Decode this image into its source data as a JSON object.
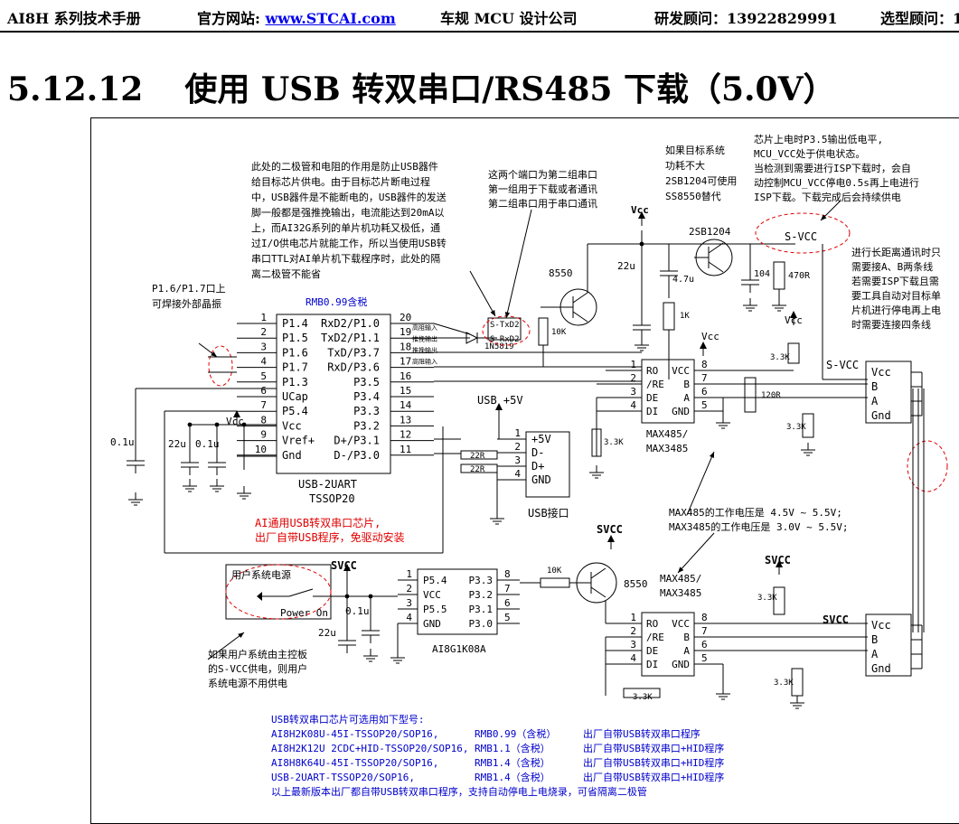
{
  "header": {
    "manual": "AI8H 系列技术手册",
    "site_label": "官方网站: ",
    "site_link": "www.STCAI.com",
    "company": "车规 MCU 设计公司",
    "rd_consultant": "研发顾问：13922829991",
    "selection_consultant": "选型顾问：1"
  },
  "section": {
    "number": "5.12.12",
    "title": "使用 USB 转双串口/RS485 下载（5.0V）"
  },
  "notes": {
    "diode_note": [
      "此处的二极管和电阻的作用是防止USB器件",
      "给目标芯片供电。由于目标芯片断电过程",
      "中，USB器件是不能断电的，USB器件的发送",
      "脚一般都是强推挽输出，电流能达到20mA以",
      "上，而AI32G系列的单片机功耗又极低，通",
      "过I/O供电芯片就能工作，所以当使用USB转",
      "串口TTL对AI单片机下载程序时，此处的隔",
      "离二极管不能省"
    ],
    "port_note": [
      "这两个端口为第二组串口",
      "第一组用于下载或者通讯",
      "第二组串口用于串口通讯"
    ],
    "transistor_note": [
      "如果目标系统",
      "功耗不大",
      "2SB1204可使用",
      "SS8550替代"
    ],
    "power_note": [
      "芯片上电时P3.5输出低电平,",
      "MCU_VCC处于供电状态。",
      "当检测到需要进行ISP下载时，会自",
      "动控制MCU_VCC停电0.5s再上电进行",
      "ISP下载。下载完成后会持续供电"
    ],
    "crystal_note": [
      "P1.6/P1.7口上",
      "可焊接外部晶振"
    ],
    "long_note": [
      "进行长距离通讯时只",
      "需要接A、B两条线",
      "若需要ISP下载且需",
      "要工具自动对目标单",
      "片机进行停电再上电",
      "时需要连接四条线"
    ],
    "max_note": [
      "MAX485的工作电压是 4.5V ~ 5.5V;",
      "MAX3485的工作电压是 3.0V ~ 5.5V;"
    ],
    "user_power_note": [
      "如果用户系统由主控板",
      "的S-VCC供电，则用户",
      "系统电源不用供电"
    ],
    "ai_chip_note": [
      "AI通用USB转双串口芯片,",
      "出厂自带USB程序，免驱动安装"
    ]
  },
  "chip_u1": {
    "price": "RMB0.99含税",
    "name": "USB-2UART",
    "package": "TSSOP20",
    "left_pins": [
      {
        "num": "1",
        "name": "P1.4"
      },
      {
        "num": "2",
        "name": "P1.5"
      },
      {
        "num": "3",
        "name": "P1.6"
      },
      {
        "num": "4",
        "name": "P1.7"
      },
      {
        "num": "5",
        "name": "P1.3"
      },
      {
        "num": "6",
        "name": "UCap"
      },
      {
        "num": "7",
        "name": "P5.4"
      },
      {
        "num": "8",
        "name": "Vcc"
      },
      {
        "num": "9",
        "name": "Vref+"
      },
      {
        "num": "10",
        "name": "Gnd"
      }
    ],
    "right_pins": [
      {
        "num": "20",
        "name": "RxD2/P1.0"
      },
      {
        "num": "19",
        "name": "TxD2/P1.1"
      },
      {
        "num": "18",
        "name": "TxD/P3.7"
      },
      {
        "num": "17",
        "name": "RxD/P3.6"
      },
      {
        "num": "16",
        "name": "P3.5"
      },
      {
        "num": "15",
        "name": "P3.4"
      },
      {
        "num": "14",
        "name": "P3.3"
      },
      {
        "num": "13",
        "name": "P3.2"
      },
      {
        "num": "12",
        "name": "D+/P3.1"
      },
      {
        "num": "11",
        "name": "D-/P3.0"
      }
    ],
    "signal_labels": [
      "高阻输入",
      "推挽输出",
      "推挽输出",
      "高阻输入"
    ]
  },
  "chip_u2": {
    "name": "AI8G1K08A",
    "left_pins": [
      {
        "num": "1",
        "name": "P5.4"
      },
      {
        "num": "2",
        "name": "VCC"
      },
      {
        "num": "3",
        "name": "P5.5"
      },
      {
        "num": "4",
        "name": "GND"
      }
    ],
    "right_pins": [
      {
        "num": "8",
        "name": "P3.3"
      },
      {
        "num": "7",
        "name": "P3.2"
      },
      {
        "num": "6",
        "name": "P3.1"
      },
      {
        "num": "5",
        "name": "P3.0"
      }
    ]
  },
  "max485": {
    "name_a": "MAX485/",
    "name_b": "MAX3485",
    "left_pins": [
      {
        "num": "1",
        "name": "RO"
      },
      {
        "num": "2",
        "name": "/RE"
      },
      {
        "num": "3",
        "name": "DE"
      },
      {
        "num": "4",
        "name": "DI"
      }
    ],
    "right_pins": [
      {
        "num": "8",
        "name": "VCC"
      },
      {
        "num": "7",
        "name": "B"
      },
      {
        "num": "6",
        "name": "A"
      },
      {
        "num": "5",
        "name": "GND"
      }
    ]
  },
  "usb_port": {
    "label": "USB接口",
    "supply": "USB +5V",
    "pins": [
      {
        "num": "1",
        "name": "+5V"
      },
      {
        "num": "2",
        "name": "D-"
      },
      {
        "num": "3",
        "name": "D+"
      },
      {
        "num": "4",
        "name": "GND"
      }
    ]
  },
  "connector": {
    "pins": [
      "Vcc",
      "B",
      "A",
      "Gnd"
    ]
  },
  "labels": {
    "vcc": "Vcc",
    "svcc": "SVCC",
    "s_vcc": "S-VCC",
    "s_vcc2": "S-VCC",
    "s_txd2": "S-TxD2",
    "s_rxd2": "S-RxD2",
    "diode": "1N5819",
    "q_8550": "8550",
    "q_2sb1204": "2SB1204",
    "c_22u": "22u",
    "c_01u": "0.1u",
    "c_47u": "4.7u",
    "c_104": "104",
    "r_470": "470R",
    "r_10k": "10K",
    "r_1k": "1K",
    "r_33k": "3.3K",
    "r_120": "120R",
    "r_22": "22R",
    "user_power": "用户系统电源",
    "power_on": "Power On"
  },
  "chip_list": {
    "title": "USB转双串口芯片可选用如下型号:",
    "rows": [
      {
        "part": "AI8H2K08U-45I-TSSOP20/SOP16,",
        "price": "RMB0.99（含税）",
        "desc": "出厂自带USB转双串口程序"
      },
      {
        "part": "AI8H2K12U 2CDC+HID-TSSOP20/SOP16,",
        "price": "RMB1.1（含税）",
        "desc": "出厂自带USB转双串口+HID程序"
      },
      {
        "part": "AI8H8K64U-45I-TSSOP20/SOP16,",
        "price": "RMB1.4（含税）",
        "desc": "出厂自带USB转双串口+HID程序"
      },
      {
        "part": "USB-2UART-TSSOP20/SOP16,",
        "price": "RMB1.4（含税）",
        "desc": "出厂自带USB转双串口+HID程序"
      }
    ],
    "footer": "以上最新版本出厂都自带USB转双串口程序，支持自动停电上电烧录，可省隔离二极管"
  },
  "colors": {
    "red": "#e00000",
    "blue": "#0000cc",
    "line": "#000000",
    "dash": "#e00000"
  }
}
